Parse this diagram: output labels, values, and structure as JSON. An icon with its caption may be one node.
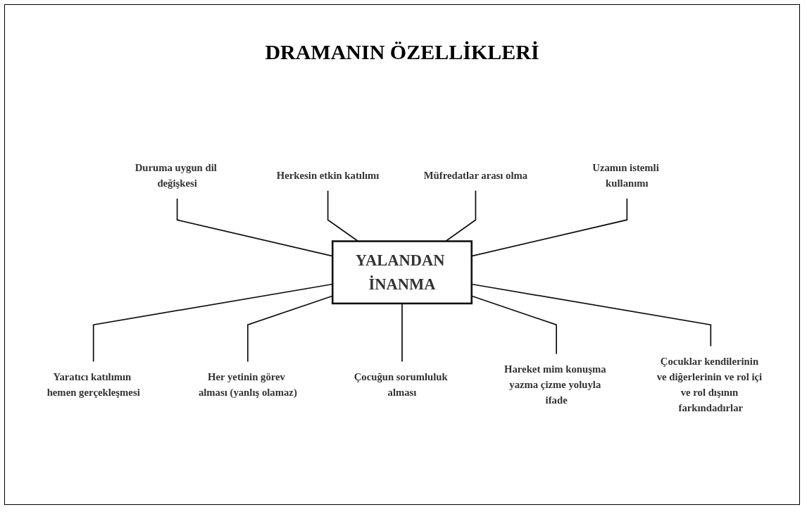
{
  "diagram": {
    "title": "DRAMANIN ÖZELLİKLERİ",
    "nodes": [
      {
        "text": [
          "Herkesin etkin katılımı"
        ]
      },
      {
        "text": [
          "Duruma uygun dil değişkesi"
        ]
      },
      {
        "text": [
          "Uzamın istemli kullanımı"
        ]
      },
      {
        "text": [
          "Müfredatlar arası olma"
        ]
      },
      {
        "text": [
          "YALANDAN İNANMA"
        ]
      },
      {
        "text": [
          "Çocuklar kendilerinin ve diğerlerinin ve rol içi ve rol dışının farkındadırlar"
        ]
      },
      {
        "text": [
          "Yaratıcı katılımın hemen gerçekleşmesi"
        ]
      },
      {
        "text": [
          "Hareket mim konuşma yazma çizme yoluyla ifade"
        ]
      },
      {
        "text": [
          "Her yetinin görev alması (yanlış olamaz)"
        ]
      },
      {
        "text": [
          "Çocuğun sorumluluk alması"
        ]
      }
    ],
    "edges": [
      {
        "from": 1,
        "to": 4,
        "arrow": "none"
      },
      {
        "from": 0,
        "to": 4,
        "arrow": "none"
      },
      {
        "from": 3,
        "to": 4,
        "arrow": "none"
      },
      {
        "from": 2,
        "to": 4,
        "arrow": "none"
      },
      {
        "from": 4,
        "to": 6,
        "arrow": "none"
      },
      {
        "from": 4,
        "to": 8,
        "arrow": "none"
      },
      {
        "from": 4,
        "to": 9,
        "arrow": "none"
      },
      {
        "from": 4,
        "to": 7,
        "arrow": "none"
      },
      {
        "from": 4,
        "to": 5,
        "arrow": "none"
      }
    ]
  }
}
